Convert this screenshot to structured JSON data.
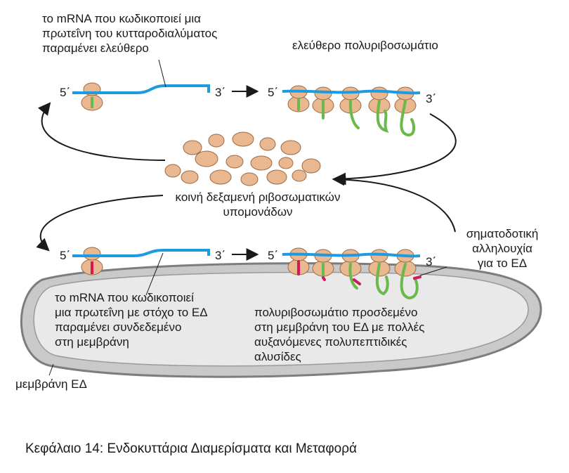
{
  "labels": {
    "free_mrna": [
      "το mRNA που κωδικοποιεί μια",
      "πρωτεΐνη του κυτταροδιαλύματος",
      "παραμένει ελεύθερο"
    ],
    "free_polyribosome": "ελεύθερο πολυριβοσωμάτιο",
    "pool": [
      "κοινή δεξαμενή ριβοσωματικών",
      "υπομονάδων"
    ],
    "signal_sequence": [
      "σηματοδοτική",
      "αλληλουχία",
      "για το ΕΔ"
    ],
    "er_mrna": [
      "το mRNA που κωδικοποιεί",
      "μια πρωτεΐνη με στόχο το ΕΔ",
      "παραμένει συνδεδεμένο",
      "στη μεμβράνη"
    ],
    "bound_polyribosome": [
      "πολυριβοσωμάτιο προσδεμένο",
      "στη μεμβράνη του ΕΔ με πολλές",
      "αυξανόμενες πολυπεπτιδικές",
      "αλυσίδες"
    ],
    "er_membrane": "μεμβράνη ΕΔ",
    "five_prime": "5΄",
    "three_prime": "3΄"
  },
  "caption": "Κεφάλαιο 14: Ενδοκυττάρια Διαμερίσματα και Μεταφορά",
  "colors": {
    "mrna": "#1e9be0",
    "ribosome": "#e9b890",
    "ribosome_stroke": "#9a6a45",
    "polypeptide": "#6ab94a",
    "signal": "#d21a5a",
    "er_fill": "#c9c9c9",
    "er_lumen": "#e9e9e9",
    "er_stroke": "#7d7d7d"
  }
}
